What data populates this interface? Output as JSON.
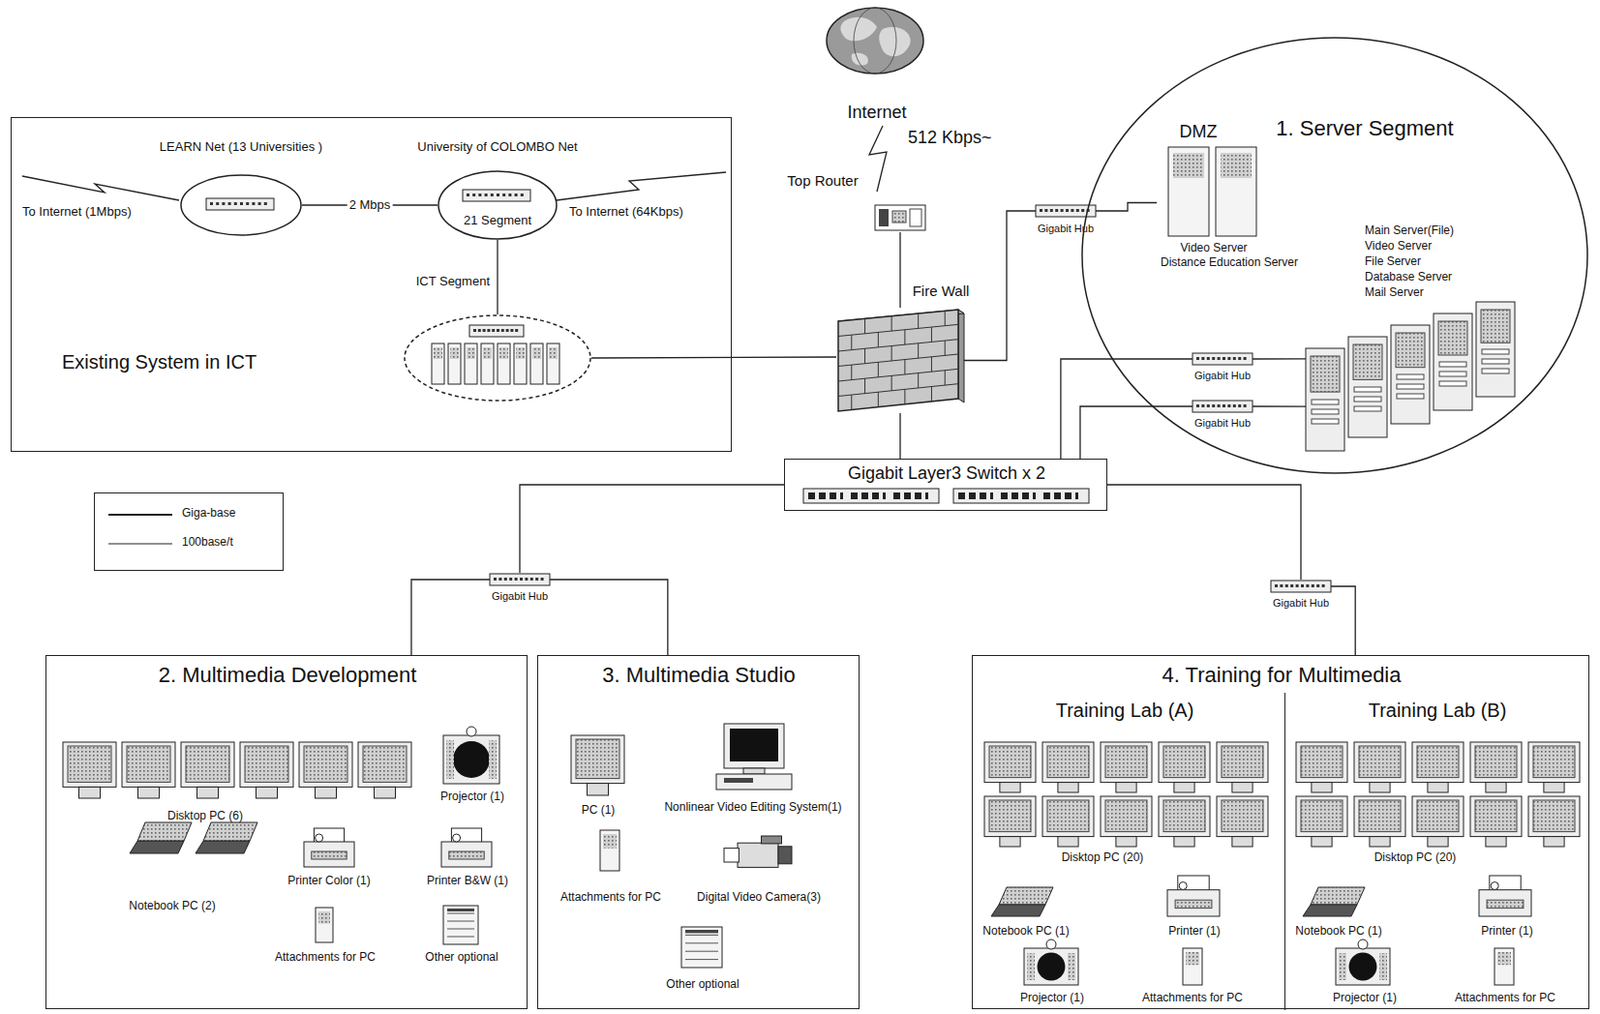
{
  "diagram": {
    "nodes": [
      {
        "text": [
          "Existing System in ICT"
        ]
      },
      {
        "text": [
          "LEARN Net (13 Universities )"
        ],
        "in": 0
      },
      {
        "text": [
          "University of COLOMBO Net",
          "21 Segment"
        ],
        "in": 0
      },
      {
        "text": [
          "ICT Segment"
        ],
        "in": 0
      },
      {
        "text": [
          "Top Router"
        ]
      },
      {
        "text": [
          "Fire Wall"
        ]
      },
      {
        "text": [
          "Gigabit Hub"
        ]
      },
      {
        "text": [
          "1. Server Segment"
        ]
      },
      {
        "text": [
          "DMZ",
          "Video Server",
          "Distance Education Server"
        ],
        "in": 7
      },
      {
        "text": [
          "Main Server(File)",
          "Video Server",
          "File Server",
          "Database Server",
          "Mail Server"
        ],
        "in": 7
      },
      {
        "text": [
          "Gigabit Hub"
        ],
        "in": 7
      },
      {
        "text": [
          "Gigabit Hub"
        ],
        "in": 7
      },
      {
        "text": [
          "Gigabit Layer3 Switch x 2"
        ]
      },
      {
        "text": [
          "Gigabit Hub"
        ]
      },
      {
        "text": [
          "Gigabit Hub"
        ]
      },
      {
        "text": [
          "2. Multimedia Development",
          "Disktop PC (6)",
          "Projector (1)",
          "Notebook PC (2)",
          "Printer Color (1)",
          "Printer B&W (1)",
          "Attachments for PC",
          "Other optional"
        ]
      },
      {
        "text": [
          "3. Multimedia Studio",
          "PC (1)",
          "Nonlinear Video Editing System(1)",
          "Attachments for PC",
          "Digital Video Camera(3)",
          "Other optional"
        ]
      },
      {
        "text": [
          "4. Training for Multimedia"
        ]
      },
      {
        "text": [
          "Training Lab (A)",
          "Disktop PC (20)",
          "Notebook PC (1)",
          "Printer (1)",
          "Projector (1)",
          "Attachments for PC"
        ],
        "in": 17
      },
      {
        "text": [
          "Training Lab (B)",
          "Disktop PC (20)",
          "Notebook PC (1)",
          "Printer (1)",
          "Projector (1)",
          "Attachments for PC"
        ],
        "in": 17
      }
    ],
    "edges": [
      {
        "from": 1,
        "to": 2,
        "label": "2 Mbps",
        "arrow": "none"
      },
      {
        "from": 2,
        "to": 3,
        "arrow": "none"
      },
      {
        "from": 3,
        "to": 5,
        "arrow": "none"
      },
      {
        "from": 4,
        "to": 5,
        "arrow": "none"
      },
      {
        "from": 5,
        "to": 6,
        "arrow": "none"
      },
      {
        "from": 6,
        "to": 8,
        "arrow": "none"
      },
      {
        "from": 5,
        "to": 12,
        "arrow": "none"
      },
      {
        "from": 12,
        "to": 10,
        "arrow": "none"
      },
      {
        "from": 12,
        "to": 11,
        "arrow": "none"
      },
      {
        "from": 10,
        "to": 9,
        "arrow": "none"
      },
      {
        "from": 11,
        "to": 9,
        "arrow": "none"
      },
      {
        "from": 12,
        "to": 13,
        "arrow": "none"
      },
      {
        "from": 12,
        "to": 14,
        "arrow": "none"
      },
      {
        "from": 13,
        "to": 15,
        "arrow": "none"
      },
      {
        "from": 13,
        "to": 16,
        "arrow": "none"
      },
      {
        "from": 14,
        "to": 17,
        "arrow": "none"
      }
    ],
    "labels": [
      "To Internet (1Mbps)",
      "To Internet (64Kbps)",
      "Internet",
      "512 Kbps~"
    ],
    "legend": [
      {
        "text": "Giga-base"
      },
      {
        "text": "100base/t"
      }
    ]
  }
}
